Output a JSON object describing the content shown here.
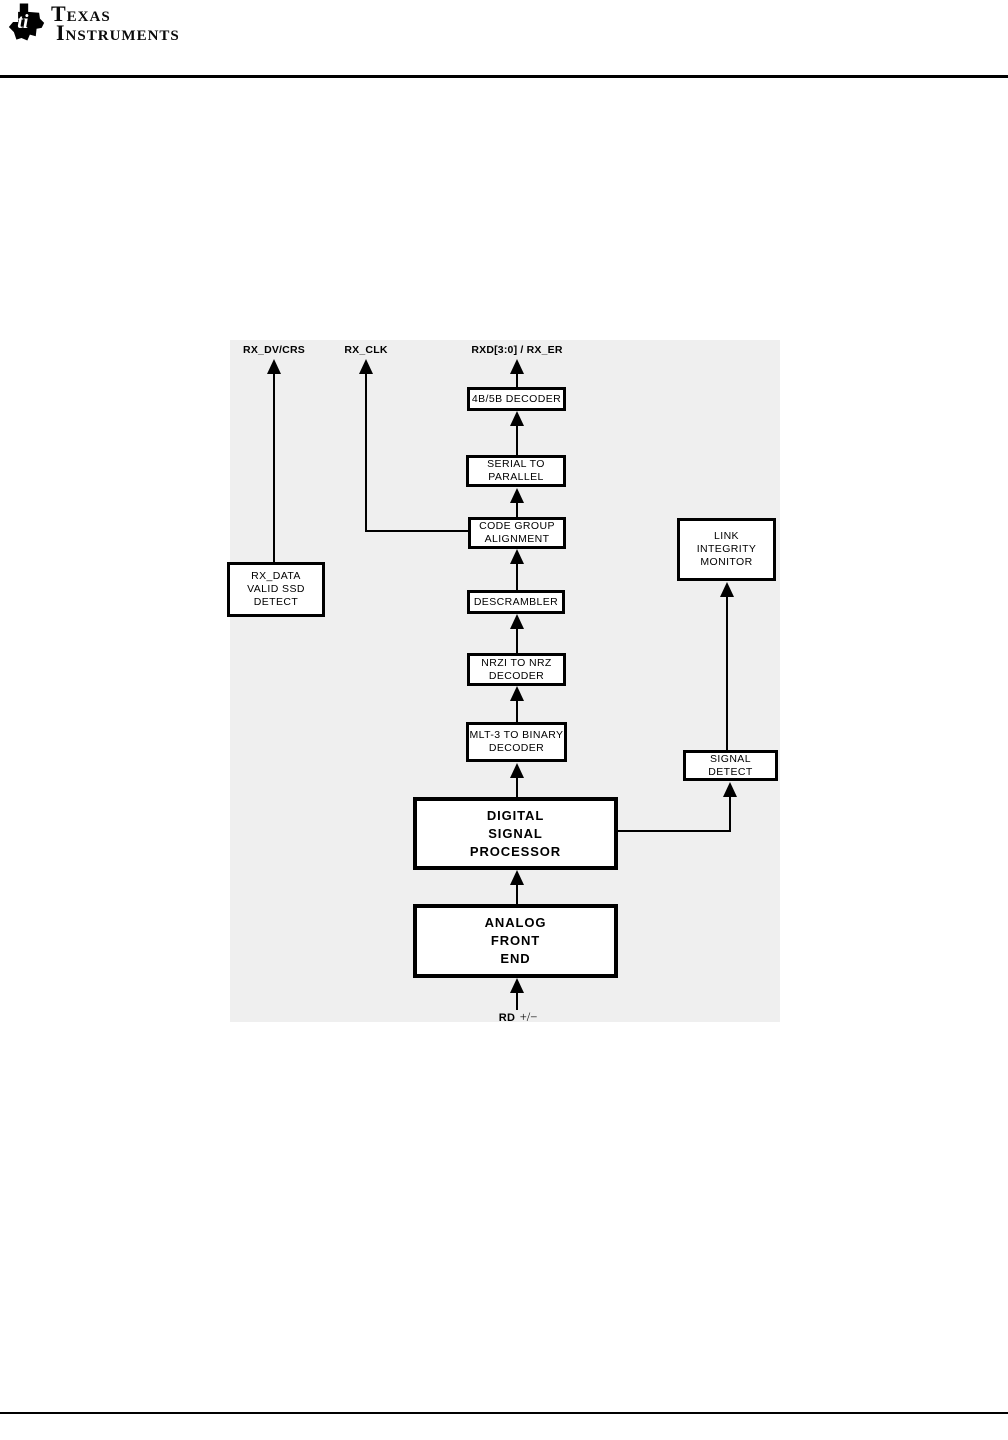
{
  "header": {
    "brand_line1": "Texas",
    "brand_line2": "Instruments",
    "logo_icon": "ti-texas-map-with-ti-monogram"
  },
  "diagram": {
    "type": "block-diagram",
    "background_color": "#efefef",
    "ink_color": "#000000",
    "signals": {
      "rx_dv_crs": "RX_DV/CRS",
      "rx_clk": "RX_CLK",
      "rxd": "RXD[3:0] / RX_ER"
    },
    "blocks": {
      "decoder_4b5b": {
        "lines": [
          "4B/5B DECODER"
        ]
      },
      "serial_to_parallel": {
        "lines": [
          "SERIAL TO",
          "PARALLEL"
        ]
      },
      "code_group_alignment": {
        "lines": [
          "CODE GROUP",
          "ALIGNMENT"
        ]
      },
      "rx_data_valid_ssd_detect": {
        "lines": [
          "RX_DATA",
          "VALID SSD",
          "DETECT"
        ]
      },
      "link_integrity_monitor": {
        "lines": [
          "LINK",
          "INTEGRITY",
          "MONITOR"
        ]
      },
      "descrambler": {
        "lines": [
          "DESCRAMBLER"
        ]
      },
      "nrzi_to_nrz_decoder": {
        "lines": [
          "NRZI TO NRZ",
          "DECODER"
        ]
      },
      "mlt3_to_binary_decoder": {
        "lines": [
          "MLT-3 TO BINARY",
          "DECODER"
        ]
      },
      "signal_detect": {
        "lines": [
          "SIGNAL",
          "DETECT"
        ]
      },
      "digital_signal_processor": {
        "lines": [
          "DIGITAL",
          "SIGNAL",
          "PROCESSOR"
        ]
      },
      "analog_front_end": {
        "lines": [
          "ANALOG",
          "FRONT",
          "END"
        ]
      }
    },
    "input": {
      "bold": "RD",
      "rest": "+/−"
    }
  }
}
